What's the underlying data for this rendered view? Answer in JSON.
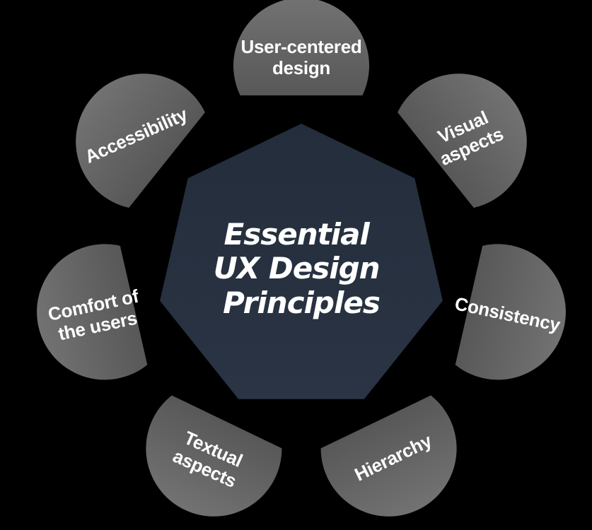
{
  "diagram": {
    "background_color": "#000000",
    "title": {
      "lines": [
        "Essential",
        "UX Design",
        "Principles"
      ],
      "color": "#ffffff"
    },
    "center_shape": {
      "type": "heptagon",
      "fill_top": "#232d3b",
      "fill_bottom": "#2a3444"
    },
    "node_style": {
      "fill_light": "#727272",
      "fill_dark": "#575757",
      "text_color": "#ffffff"
    },
    "nodes": [
      {
        "id": "user-centered-design",
        "label_lines": [
          "User-centered",
          "design"
        ],
        "position_deg": 0,
        "text_rotation_deg": 0
      },
      {
        "id": "visual-aspects",
        "label_lines": [
          "Visual",
          "aspects"
        ],
        "position_deg": 51.43,
        "text_rotation_deg": -24
      },
      {
        "id": "consistency",
        "label_lines": [
          "Consistency"
        ],
        "position_deg": 102.86,
        "text_rotation_deg": 12
      },
      {
        "id": "hierarchy",
        "label_lines": [
          "Hierarchy"
        ],
        "position_deg": 154.29,
        "text_rotation_deg": -26
      },
      {
        "id": "textual-aspects",
        "label_lines": [
          "Textual",
          "aspects"
        ],
        "position_deg": 205.71,
        "text_rotation_deg": 24
      },
      {
        "id": "comfort-of-the-users",
        "label_lines": [
          "Comfort of",
          "the users"
        ],
        "position_deg": 257.14,
        "text_rotation_deg": -12
      },
      {
        "id": "accessibility",
        "label_lines": [
          "Accessibility"
        ],
        "position_deg": 308.57,
        "text_rotation_deg": -24
      }
    ]
  }
}
